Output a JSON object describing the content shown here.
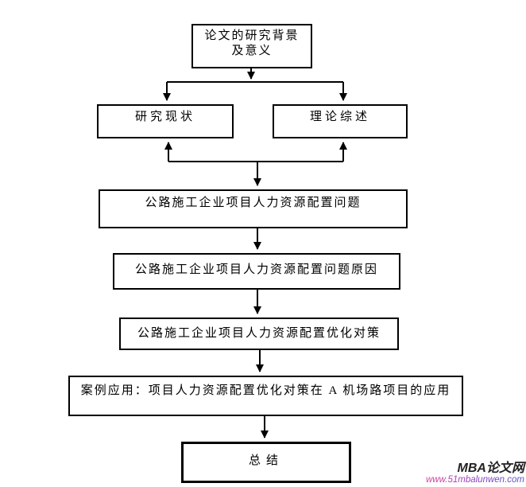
{
  "figure": {
    "type": "flowchart",
    "nodes": [
      {
        "id": "thesis-background",
        "label": "论文的研究背景\n及意义"
      },
      {
        "id": "research-status",
        "label": "研究现状"
      },
      {
        "id": "theory-review",
        "label": "理论综述"
      },
      {
        "id": "hr-allocation-problems",
        "label": "公路施工企业项目人力资源配置问题"
      },
      {
        "id": "problem-causes",
        "label": "公路施工企业项目人力资源配置问题原因"
      },
      {
        "id": "optimization-strategies",
        "label": "公路施工企业项目人力资源配置优化对策"
      },
      {
        "id": "case-application",
        "label": "案例应用：项目人力资源配置优化对策在 A 机场路项目的应用"
      },
      {
        "id": "summary",
        "label": "总结"
      }
    ],
    "edges": [
      {
        "from": "thesis-background",
        "to": "research-status"
      },
      {
        "from": "thesis-background",
        "to": "theory-review"
      },
      {
        "from": "hr-allocation-problems",
        "to": "research-status"
      },
      {
        "from": "hr-allocation-problems",
        "to": "theory-review"
      },
      {
        "from": "hr-allocation-problems",
        "to": "problem-causes"
      },
      {
        "from": "problem-causes",
        "to": "optimization-strategies"
      },
      {
        "from": "optimization-strategies",
        "to": "case-application"
      },
      {
        "from": "case-application",
        "to": "summary"
      }
    ]
  },
  "watermark": {
    "brand": "MBA论文网",
    "url": "www.51mbalunwen.com"
  },
  "colors": {
    "canvas_bg": "#ffffff",
    "box_border": "#000000",
    "box_fill": "#ffffff",
    "text": "#000000",
    "line": "#000000",
    "watermark_brand": "#222222",
    "watermark_url_start": "#e03a9c",
    "watermark_url_mid": "#8a3fc0",
    "watermark_url_end": "#5753cd"
  }
}
